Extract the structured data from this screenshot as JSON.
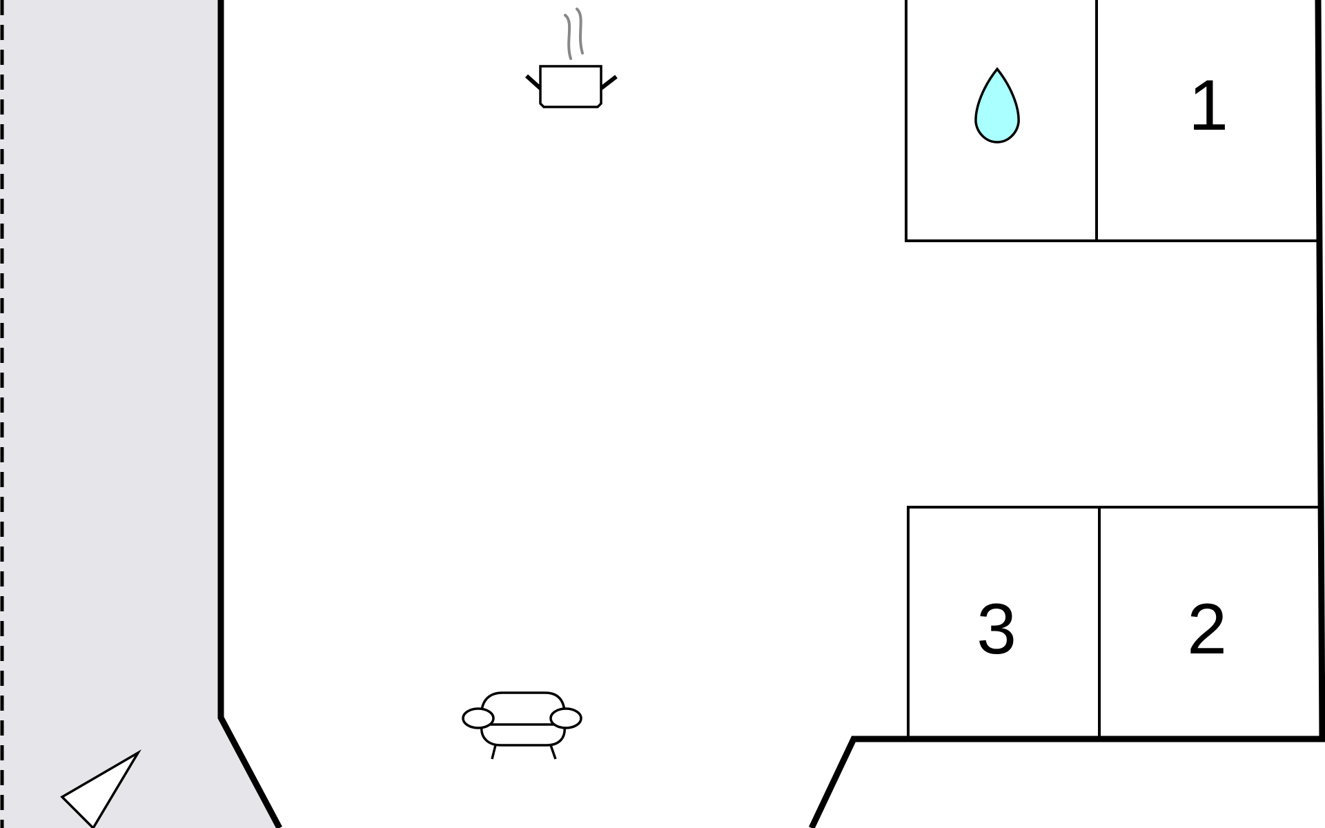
{
  "floorplan": {
    "rooms": [
      {
        "label": "1"
      },
      {
        "label": "2"
      },
      {
        "label": "3"
      }
    ],
    "icons": [
      "kitchen-pot-icon",
      "water-drop-icon",
      "sofa-icon",
      "compass-arrow-icon"
    ],
    "colors": {
      "exterior": "#e6e6ea",
      "water": "#aaffff",
      "wall": "#000000",
      "steam": "#888888"
    }
  }
}
